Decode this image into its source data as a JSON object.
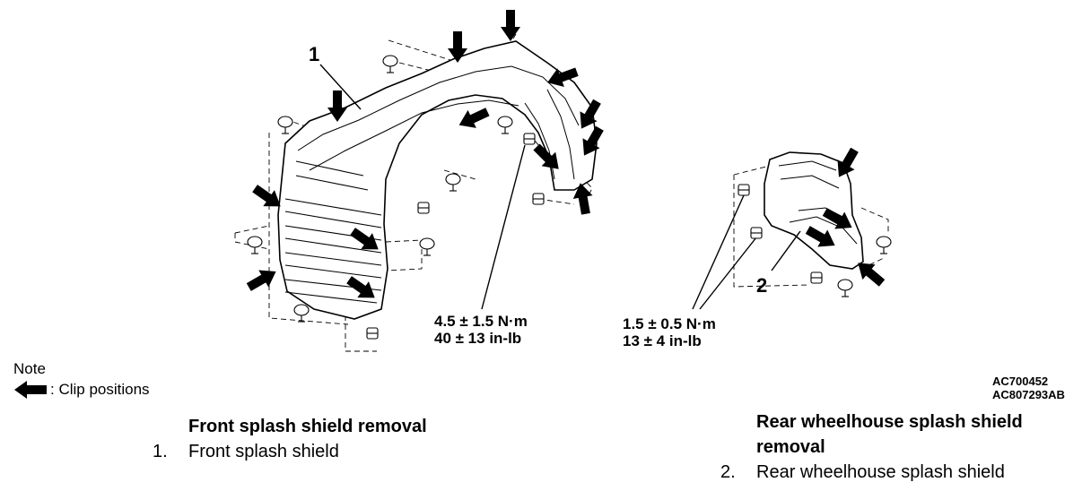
{
  "callouts": {
    "front_part_number": "1",
    "rear_part_number": "2"
  },
  "torque_specs": {
    "front": {
      "metric": "4.5 ± 1.5 N·m",
      "imperial": "40 ± 13 in-lb"
    },
    "rear": {
      "metric": "1.5 ± 0.5 N·m",
      "imperial": "13 ± 4 in-lb"
    }
  },
  "note": {
    "title": "Note",
    "legend_text": ": Clip positions",
    "legend_icon": "black-arrow-icon"
  },
  "figure_codes": [
    "AC700452",
    "AC807293AB"
  ],
  "procedures": {
    "front": {
      "heading": "Front splash shield removal",
      "items": [
        {
          "number": "1.",
          "label": "Front splash shield"
        }
      ]
    },
    "rear": {
      "heading_line1": "Rear wheelhouse splash shield",
      "heading_line2": "removal",
      "items": [
        {
          "number": "2.",
          "label": "Rear wheelhouse splash shield"
        }
      ]
    }
  },
  "colors": {
    "ink": "#000000",
    "background": "#ffffff"
  }
}
